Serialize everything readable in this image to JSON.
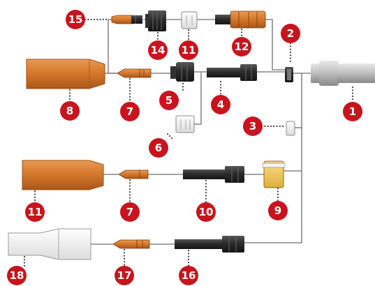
{
  "colors": {
    "badge": "#c8141e",
    "copper": "#d4762a",
    "copper_dark": "#9b4e12",
    "black_part": "#2b2b2b",
    "white_part": "#f2f2f2",
    "yellow_part": "#f0c85a",
    "line": "#6e6e6e"
  },
  "callouts": {
    "c1": "1",
    "c2": "2",
    "c3": "3",
    "c4": "4",
    "c5": "5",
    "c6": "6",
    "c7a": "7",
    "c7b": "7",
    "c8": "8",
    "c9": "9",
    "c10": "10",
    "c11a": "11",
    "c11b": "11",
    "c12": "12",
    "c14": "14",
    "c15": "15",
    "c16": "16",
    "c17": "17",
    "c18": "18"
  }
}
